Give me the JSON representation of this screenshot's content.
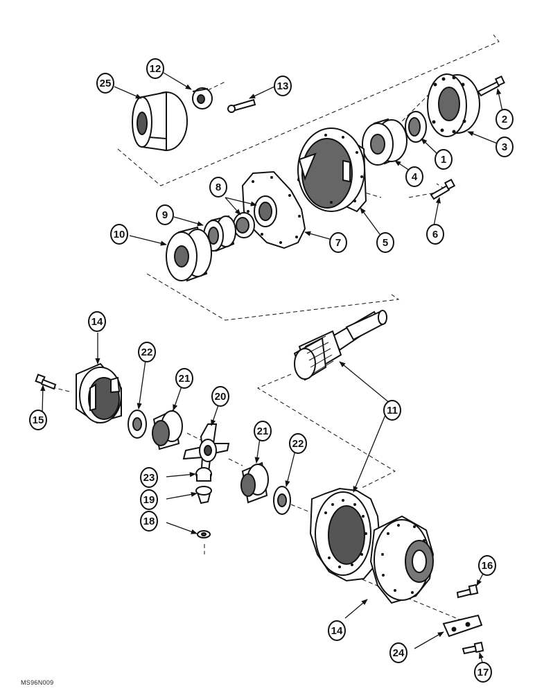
{
  "figure_code": "MS96N009",
  "colors": {
    "ink": "#111111",
    "paper": "#ffffff",
    "shade": "#6a6a6a"
  },
  "callouts": [
    {
      "id": "c1",
      "label": "1"
    },
    {
      "id": "c2",
      "label": "2"
    },
    {
      "id": "c3",
      "label": "3"
    },
    {
      "id": "c4",
      "label": "4"
    },
    {
      "id": "c5",
      "label": "5"
    },
    {
      "id": "c6",
      "label": "6"
    },
    {
      "id": "c7",
      "label": "7"
    },
    {
      "id": "c8",
      "label": "8"
    },
    {
      "id": "c9",
      "label": "9"
    },
    {
      "id": "c10",
      "label": "10"
    },
    {
      "id": "c11a",
      "label": "11"
    },
    {
      "id": "c12",
      "label": "12"
    },
    {
      "id": "c13",
      "label": "13"
    },
    {
      "id": "c14a",
      "label": "14"
    },
    {
      "id": "c14b",
      "label": "14"
    },
    {
      "id": "c15",
      "label": "15"
    },
    {
      "id": "c16",
      "label": "16"
    },
    {
      "id": "c17",
      "label": "17"
    },
    {
      "id": "c18",
      "label": "18"
    },
    {
      "id": "c19",
      "label": "19"
    },
    {
      "id": "c20",
      "label": "20"
    },
    {
      "id": "c21a",
      "label": "21"
    },
    {
      "id": "c21b",
      "label": "21"
    },
    {
      "id": "c22a",
      "label": "22"
    },
    {
      "id": "c22b",
      "label": "22"
    },
    {
      "id": "c23",
      "label": "23"
    },
    {
      "id": "c24",
      "label": "24"
    },
    {
      "id": "c25",
      "label": "25"
    }
  ]
}
